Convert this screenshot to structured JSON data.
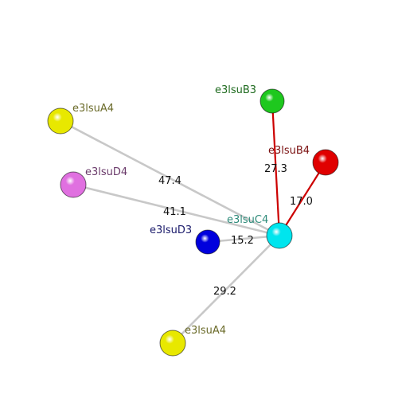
{
  "nodes": [
    {
      "id": "center",
      "label": "e3lsuC4",
      "color": "#00e5ee",
      "label_color": "#2e8b7a"
    },
    {
      "id": "b3",
      "label": "e3lsuB3",
      "color": "#1ec81e",
      "label_color": "#1f6b1f"
    },
    {
      "id": "b4",
      "label": "e3lsuB4",
      "color": "#e00000",
      "label_color": "#7a1010"
    },
    {
      "id": "a4_top",
      "label": "e3lsuA4",
      "color": "#e8e800",
      "label_color": "#6b6b2a"
    },
    {
      "id": "d4",
      "label": "e3lsuD4",
      "color": "#e070e0",
      "label_color": "#6a3a6a"
    },
    {
      "id": "d3",
      "label": "e3lsuD3",
      "color": "#0000dd",
      "label_color": "#1a1a6b"
    },
    {
      "id": "a4_bottom",
      "label": "e3lsuA4",
      "color": "#e8e800",
      "label_color": "#6b6b2a"
    }
  ],
  "edges": [
    {
      "id": "center-b3",
      "from": "center",
      "to": "b3",
      "distance": "27.3",
      "color": "#cc0000"
    },
    {
      "id": "center-b4",
      "from": "center",
      "to": "b4",
      "distance": "17.0",
      "color": "#cc0000"
    },
    {
      "id": "center-a4_top",
      "from": "center",
      "to": "a4_top",
      "distance": "47.4",
      "color": "#c8c8c8"
    },
    {
      "id": "center-d4",
      "from": "center",
      "to": "d4",
      "distance": "41.1",
      "color": "#c8c8c8"
    },
    {
      "id": "center-d3",
      "from": "center",
      "to": "d3",
      "distance": "15.2",
      "color": "#c8c8c8"
    },
    {
      "id": "center-a4_bottom",
      "from": "center",
      "to": "a4_bottom",
      "distance": "29.2",
      "color": "#c8c8c8"
    }
  ]
}
